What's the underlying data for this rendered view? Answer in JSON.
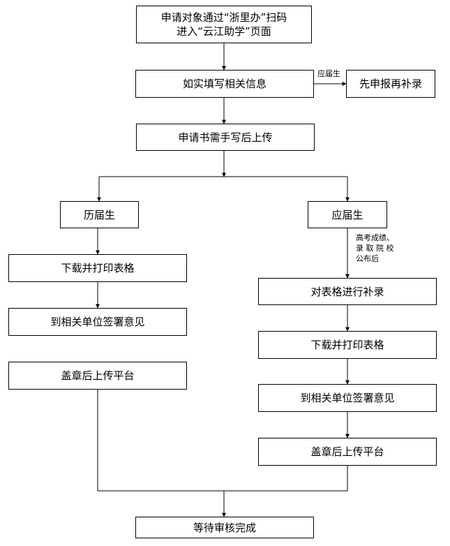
{
  "flow": {
    "start": [
      "申请对象通过“浙里办”扫码",
      "进入“云江助学”页面"
    ],
    "fill_info": "如实填写相关信息",
    "apply_first": "先申报再补录",
    "apply_first_note": "应届生",
    "handwrite_upload": "申请书需手写后上传",
    "past_grad": {
      "label": "历届生",
      "download": "下载并打印表格",
      "sign": "到相关单位签署意见",
      "stamp_upload": "盖章后上传平台"
    },
    "current_grad": {
      "label": "应届生",
      "note": [
        "高考成绩、",
        "录 取 院 校",
        "公布后"
      ],
      "supplement": "对表格进行补录",
      "download": "下载并打印表格",
      "sign": "到相关单位签署意见",
      "stamp_upload": "盖章后上传平台"
    },
    "end": "等待审核完成"
  }
}
